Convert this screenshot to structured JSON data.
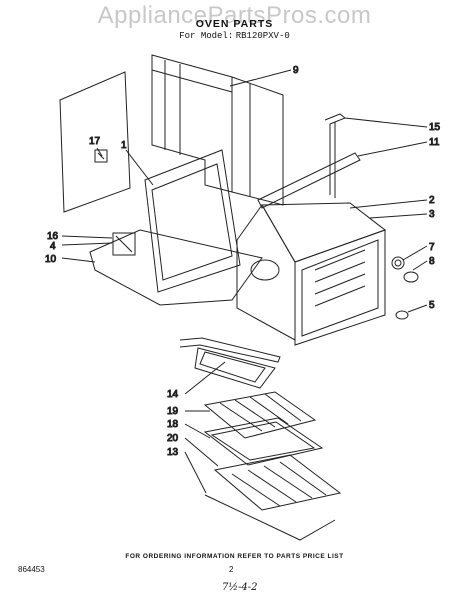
{
  "watermark": "AppliancePartsPros.com",
  "header": {
    "title": "OVEN PARTS",
    "model_label": "For Model:",
    "model_number": "RB120PXV-0"
  },
  "callouts": [
    "9",
    "15",
    "11",
    "17",
    "1",
    "2",
    "3",
    "7",
    "8",
    "16",
    "4",
    "10",
    "5",
    "14",
    "19",
    "18",
    "20",
    "13"
  ],
  "footer": {
    "ordering_note": "FOR ORDERING INFORMATION REFER TO PARTS PRICE LIST",
    "doc_number": "864453",
    "page_number": "2",
    "handwritten": "7½-4-2"
  }
}
